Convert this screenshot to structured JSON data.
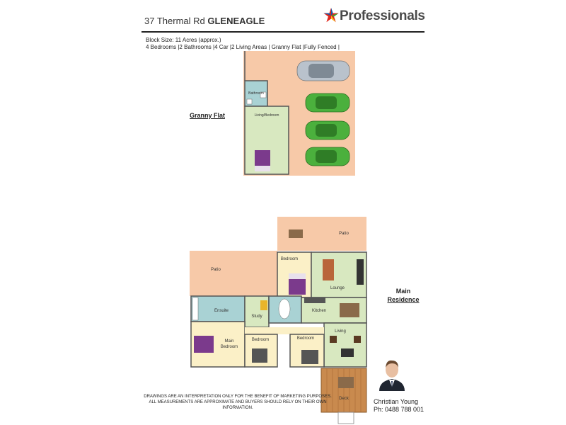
{
  "header": {
    "address_prefix": "37 Thermal Rd",
    "address_suffix": "GLENEAGLE",
    "brand": "Professionals"
  },
  "info": {
    "block_size": "Block Size:  11 Acres (approx.)",
    "features": "4 Bedrooms |2 Bathrooms |4 Car |2 Living Areas | Granny Flat |Fully Fenced |"
  },
  "granny_flat": {
    "section_label": "Granny Flat",
    "rooms": {
      "bathroom": "Bathroom",
      "living_bedroom": "Living/Bedroom"
    }
  },
  "main_residence": {
    "section_label_line1": "Main",
    "section_label_line2": "Residence",
    "rooms": {
      "patio_top": "Patio",
      "patio_left": "Patio",
      "bedroom_top": "Bedroom",
      "lounge": "Lounge",
      "ensuite": "Ensuite",
      "study": "Study",
      "kitchen": "Kitchen",
      "living": "Living",
      "main_bedroom_line1": "Main",
      "main_bedroom_line2": "Bedroom",
      "bedroom_mid1": "Bedroom",
      "bedroom_mid2": "Bedroom",
      "deck": "Deck"
    }
  },
  "disclaimer": {
    "line1": "DRAWINGS ARE AN INTERPRETATION ONLY FOR THE BENEFIT OF MARKETING PURPOSES.",
    "line2": "ALL MEASUREMENTS ARE APPROXIMATE AND BUYERS SHOULD RELY ON THEIR OWN",
    "line3": "INFORMATION."
  },
  "agent": {
    "name": "Christian Young",
    "phone": "Ph: 0488 788 001"
  },
  "colors": {
    "outdoor": "#f7c9a8",
    "bathroom": "#a9d2d4",
    "living": "#d8e8c0",
    "bedroom": "#fbf0c7",
    "deck": "#c98a4e",
    "bed": "#7b3a8c",
    "car_green": "#4bb03d",
    "car_silver": "#b9c2cc",
    "logo_red": "#e1261c",
    "logo_blue": "#1a5ba8",
    "logo_green": "#3aa935",
    "logo_yellow": "#f6c21a"
  }
}
